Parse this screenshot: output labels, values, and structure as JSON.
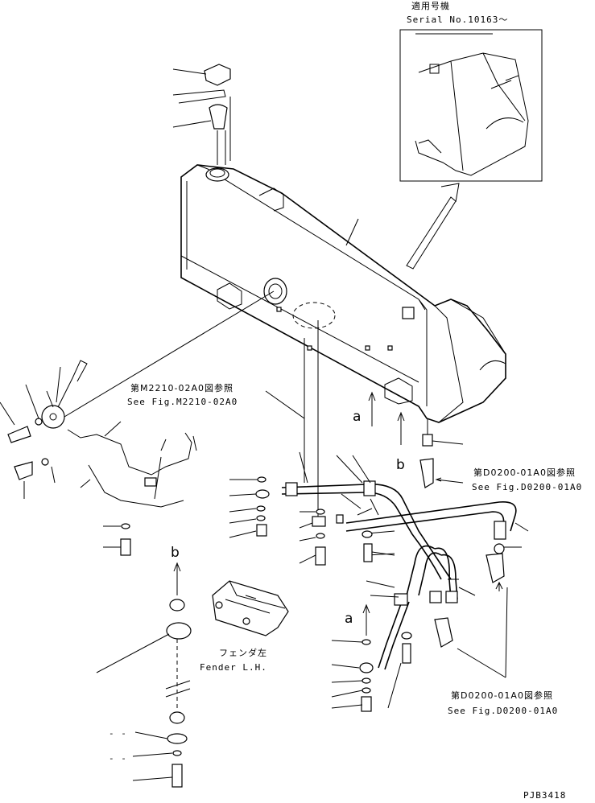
{
  "inset": {
    "title_jp": "適用号機",
    "serial": "Serial No.10163～"
  },
  "references": [
    {
      "jp": "第M2210-02A0図参照",
      "en": "See Fig.M2210-02A0"
    },
    {
      "jp": "第D0200-01A0図参照",
      "en": "See Fig.D0200-01A0"
    },
    {
      "jp": "第D0200-01A0図参照",
      "en": "See Fig.D0200-01A0"
    }
  ],
  "fender": {
    "jp": "フェンダ左",
    "en": "Fender L.H."
  },
  "arrow_labels": {
    "a": "a",
    "b": "b"
  },
  "dashes": [
    "- -",
    "- -"
  ],
  "drawing_code": "PJB3418"
}
